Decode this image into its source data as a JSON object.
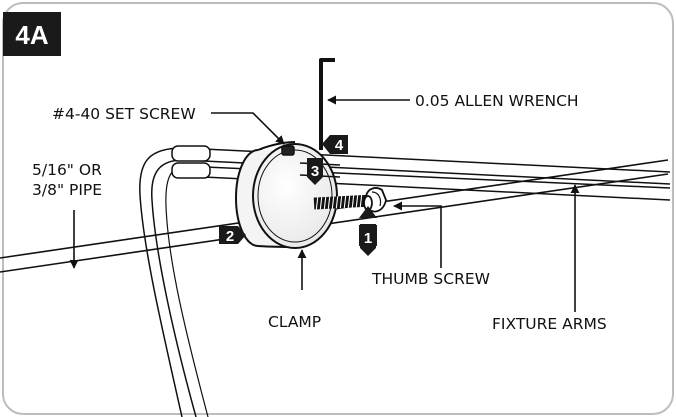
{
  "figure_id": "4A",
  "labels": {
    "allen_wrench": "0.05 ALLEN WRENCH",
    "set_screw": "#4-40 SET SCREW",
    "pipe_line1": "5/16\" OR",
    "pipe_line2": "3/8\" PIPE",
    "thumb_screw": "THUMB SCREW",
    "clamp": "CLAMP",
    "fixture_arms": "FIXTURE ARMS"
  },
  "steps": [
    "1",
    "2",
    "3",
    "4"
  ]
}
